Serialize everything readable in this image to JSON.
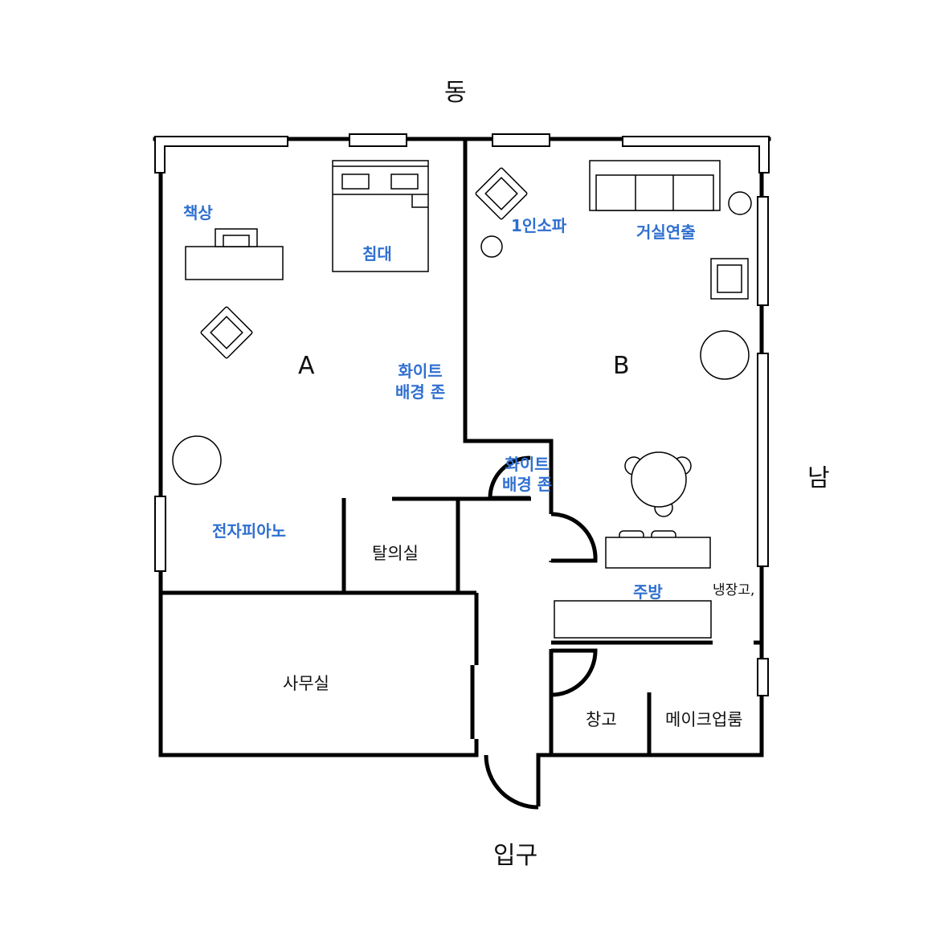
{
  "compass": {
    "east": "동",
    "south": "남",
    "entrance": "입구"
  },
  "rooms": {
    "a": "A",
    "b": "B",
    "dressing": "탈의실",
    "office": "사무실",
    "storage": "창고",
    "makeup": "메이크업룸"
  },
  "furniture_labels": {
    "desk": "책상",
    "bed": "침대",
    "white_zone_1": [
      "화이트",
      "배경 존"
    ],
    "white_zone_2": [
      "화이트",
      "배경 존"
    ],
    "piano": "전자피아노",
    "armchair": "1인소파",
    "living": "거실연출",
    "kitchen": "주방",
    "fridge": "냉장고,"
  },
  "colors": {
    "label_blue": "#2f6fd0",
    "wall": "#000000"
  }
}
